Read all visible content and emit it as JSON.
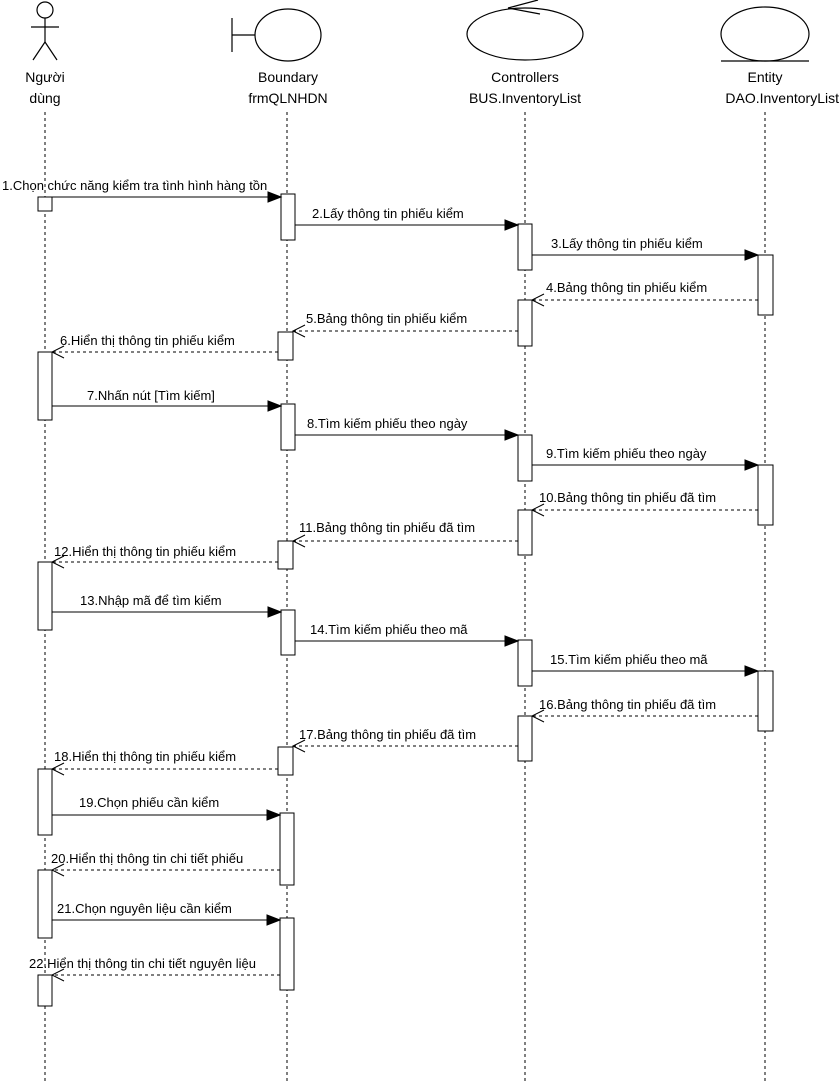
{
  "participants": [
    {
      "id": "user",
      "kind": "actor",
      "line1": "Người",
      "line2": "dùng"
    },
    {
      "id": "boundary",
      "kind": "boundary",
      "line1": "Boundary",
      "line2": "frmQLNHDN"
    },
    {
      "id": "controller",
      "kind": "control",
      "line1": "Controllers",
      "line2": "BUS.InventoryList"
    },
    {
      "id": "entity",
      "kind": "entity",
      "line1": "Entity",
      "line2": "DAO.InventoryList"
    }
  ],
  "messages": [
    {
      "text": "1.Chọn chức năng kiểm tra tình hình hàng tồn",
      "type": "sync"
    },
    {
      "text": "2.Lấy thông tin phiếu kiểm",
      "type": "sync"
    },
    {
      "text": "3.Lấy thông tin phiếu kiểm",
      "type": "sync"
    },
    {
      "text": "4.Bảng thông tin phiếu kiểm",
      "type": "return"
    },
    {
      "text": "5.Bảng thông tin phiếu kiểm",
      "type": "return"
    },
    {
      "text": "6.Hiển thị thông tin phiếu kiểm",
      "type": "return"
    },
    {
      "text": "7.Nhấn nút [Tìm kiếm]",
      "type": "sync"
    },
    {
      "text": "8.Tìm kiếm phiếu theo ngày",
      "type": "sync"
    },
    {
      "text": "9.Tìm kiếm phiếu theo ngày",
      "type": "sync"
    },
    {
      "text": "10.Bảng thông tin phiếu đã tìm",
      "type": "return"
    },
    {
      "text": "11.Bảng thông tin phiếu đã tìm",
      "type": "return"
    },
    {
      "text": "12.Hiển thị thông tin phiếu kiểm",
      "type": "return"
    },
    {
      "text": "13.Nhập mã để tìm kiếm",
      "type": "sync"
    },
    {
      "text": "14.Tìm kiếm phiếu theo mã",
      "type": "sync"
    },
    {
      "text": "15.Tìm kiếm phiếu theo mã",
      "type": "sync"
    },
    {
      "text": "16.Bảng thông tin phiếu đã tìm",
      "type": "return"
    },
    {
      "text": "17.Bảng thông tin phiếu đã tìm",
      "type": "return"
    },
    {
      "text": "18.Hiển thị thông tin phiếu kiểm",
      "type": "return"
    },
    {
      "text": "19.Chọn phiếu cần kiểm",
      "type": "sync"
    },
    {
      "text": "20.Hiển thị thông tin chi tiết phiếu",
      "type": "return"
    },
    {
      "text": "21.Chọn nguyên liệu cần kiểm",
      "type": "sync"
    },
    {
      "text": "22.Hiển thị thông tin chi tiết nguyên liệu",
      "type": "return"
    }
  ]
}
